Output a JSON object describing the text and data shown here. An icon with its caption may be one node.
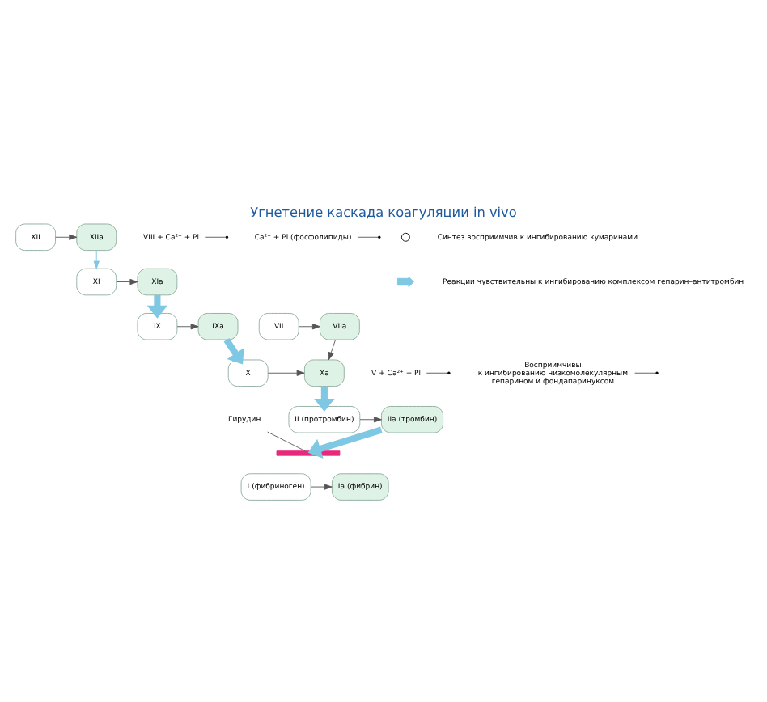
{
  "diagram": {
    "title": "Угнетение каскада коагуляции in vivo",
    "nodes": [
      {
        "text": [
          "XII"
        ]
      },
      {
        "text": [
          "XIIa"
        ]
      },
      {
        "text": [
          "XI"
        ]
      },
      {
        "text": [
          "XIa"
        ]
      },
      {
        "text": [
          "IX"
        ]
      },
      {
        "text": [
          "IXa"
        ]
      },
      {
        "text": [
          "VIIa"
        ]
      },
      {
        "text": [
          "VII"
        ]
      },
      {
        "text": [
          "VIII + Ca²⁺ + Pl"
        ]
      },
      {
        "text": [
          "Ca²⁺ + Pl (фосфолипиды)"
        ]
      },
      {
        "text": [
          "X"
        ]
      },
      {
        "text": [
          "Xa"
        ]
      },
      {
        "text": [
          "V + Ca²⁺ + Pl"
        ]
      },
      {
        "text": [
          "II (протромбин)"
        ]
      },
      {
        "text": [
          "IIa (тромбин)"
        ]
      },
      {
        "text": [
          "I (фибриноген)"
        ]
      },
      {
        "text": [
          "Ia (фибрин)"
        ]
      },
      {
        "text": [
          "Гирудин"
        ]
      },
      {
        "text": [],
        "shape": "bar"
      },
      {
        "text": [
          "Восприимчивы к ингибированию низкомолекулярным гепарином и фондапаринуксом"
        ]
      }
    ],
    "edges": [
      {
        "from": 0,
        "to": 1,
        "arrow": "to"
      },
      {
        "from": 1,
        "to": 2,
        "arrow": "to",
        "color": "#7ec8e3"
      },
      {
        "from": 2,
        "to": 3,
        "arrow": "to"
      },
      {
        "from": 3,
        "to": 4,
        "arrow": "to",
        "style": "thick",
        "color": "#7ec8e3"
      },
      {
        "from": 4,
        "to": 5,
        "arrow": "to"
      },
      {
        "from": 7,
        "to": 6,
        "arrow": "to"
      },
      {
        "from": 5,
        "to": 10,
        "arrow": "to",
        "style": "thick",
        "color": "#7ec8e3"
      },
      {
        "from": 8,
        "to": null,
        "arrow": "none"
      },
      {
        "from": 9,
        "to": null,
        "arrow": "none"
      },
      {
        "from": 6,
        "to": 11,
        "arrow": "to"
      },
      {
        "from": 10,
        "to": 11,
        "arrow": "to"
      },
      {
        "from": 19,
        "to": null,
        "arrow": "none"
      },
      {
        "from": 12,
        "to": null,
        "arrow": "none"
      },
      {
        "from": 11,
        "to": 13,
        "arrow": "to",
        "style": "thick",
        "color": "#7ec8e3"
      },
      {
        "from": 13,
        "to": 14,
        "arrow": "to"
      },
      {
        "from": 14,
        "to": 18,
        "arrow": "to",
        "style": "thick",
        "color": "#7ec8e3"
      },
      {
        "from": 17,
        "to": 18,
        "arrow": "none"
      },
      {
        "from": 15,
        "to": 16,
        "arrow": "to"
      }
    ],
    "legend": [
      {
        "text": "Синтез восприимчив к ингибированию кумаринами"
      },
      {
        "text": "Реакции чувствительны к ингибированию комплексом гепарин–антитромбин"
      }
    ]
  }
}
